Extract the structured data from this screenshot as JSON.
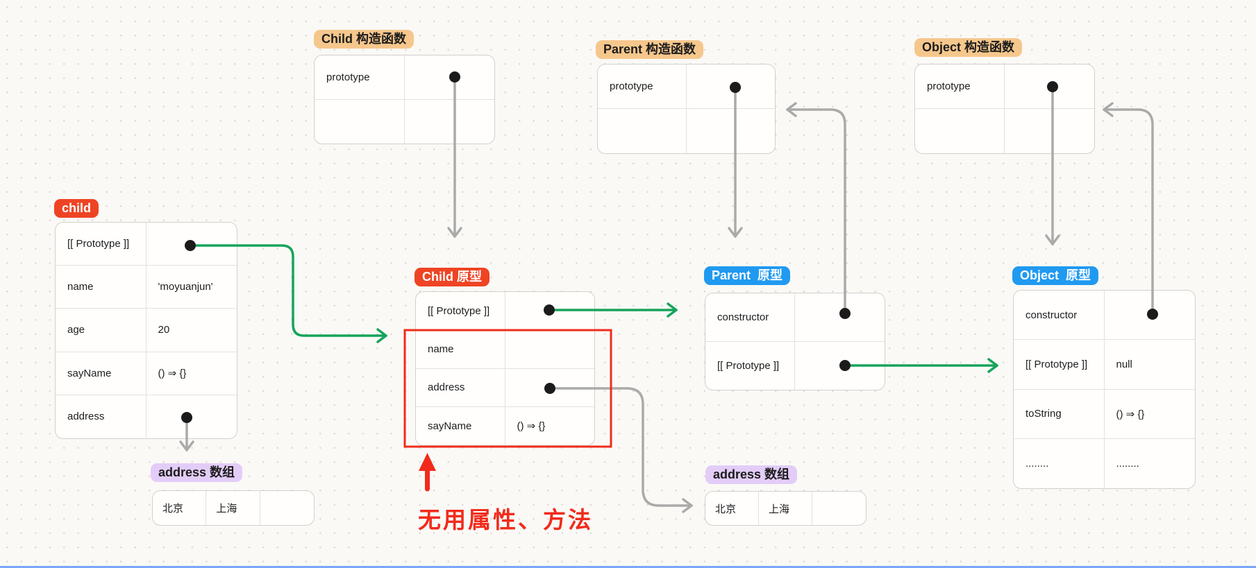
{
  "labels": {
    "child": "child",
    "child_ctor": "Child 构造函数",
    "parent_ctor": "Parent 构造函数",
    "object_ctor": "Object 构造函数",
    "child_proto": "Child 原型",
    "parent_proto": "Parent  原型",
    "object_proto": "Object  原型",
    "address_left": "address 数组",
    "address_right": "address 数组"
  },
  "tables": {
    "child": {
      "rows": [
        {
          "key": "[[ Prototype ]]",
          "value": ""
        },
        {
          "key": "name",
          "value": "'moyuanjun'"
        },
        {
          "key": "age",
          "value": "20"
        },
        {
          "key": "sayName",
          "value": "() ⇒ {}"
        },
        {
          "key": "address",
          "value": ""
        }
      ]
    },
    "child_ctor": {
      "rows": [
        {
          "key": "prototype",
          "value": ""
        },
        {
          "key": "",
          "value": ""
        }
      ]
    },
    "parent_ctor": {
      "rows": [
        {
          "key": "prototype",
          "value": ""
        },
        {
          "key": "",
          "value": ""
        }
      ]
    },
    "object_ctor": {
      "rows": [
        {
          "key": "prototype",
          "value": ""
        },
        {
          "key": "",
          "value": ""
        }
      ]
    },
    "child_proto": {
      "rows": [
        {
          "key": "[[ Prototype ]]",
          "value": ""
        },
        {
          "key": "name",
          "value": ""
        },
        {
          "key": "address",
          "value": ""
        },
        {
          "key": "sayName",
          "value": "() ⇒ {}"
        }
      ]
    },
    "parent_proto": {
      "rows": [
        {
          "key": "constructor",
          "value": ""
        },
        {
          "key": "[[ Prototype ]]",
          "value": ""
        }
      ]
    },
    "object_proto": {
      "rows": [
        {
          "key": "constructor",
          "value": ""
        },
        {
          "key": "[[ Prototype ]]",
          "value": "null"
        },
        {
          "key": "toString",
          "value": "() ⇒ {}"
        },
        {
          "key": "........",
          "value": "........"
        }
      ]
    },
    "address_left": {
      "cells": [
        "北京",
        "上海",
        ""
      ]
    },
    "address_right": {
      "cells": [
        "北京",
        "上海",
        ""
      ]
    }
  },
  "annotation": {
    "text": "无用属性、方法"
  },
  "colors": {
    "background": "#faf9f6",
    "grid_dot": "#dedcd5",
    "label_tan": "#f6c78c",
    "label_red": "#ee4423",
    "label_blue": "#209af0",
    "label_purple": "#e3cdf8",
    "arrow_green": "#16a45a",
    "arrow_gray": "#aaaaaa",
    "annotation_red": "#f12b1c",
    "dot_black": "#1b1b1b"
  }
}
